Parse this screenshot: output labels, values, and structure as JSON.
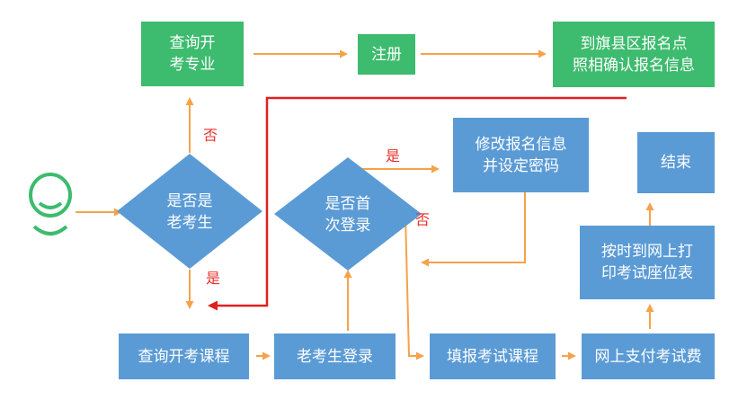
{
  "nodes": {
    "check_major_top": "查询开\n考专业",
    "register": "注册",
    "county_confirm": "到旗县区报名点\n照相确认报名信息",
    "modify_info": "修改报名信息\n并设定密码",
    "end": "结束",
    "print_ticket": "按时到网上打\n印考试座位表",
    "check_major_bottom": "查询开考课程",
    "old_login": "老考生登录",
    "fill_courses": "填报考试课程",
    "pay_fee": "网上支付考试费",
    "is_old_candidate": "是否是\n老考生",
    "is_first_login": "是否首\n次登录"
  },
  "labels": {
    "no_1": "否",
    "yes_1": "是",
    "yes_2": "是",
    "no_2": "否"
  },
  "colors": {
    "green": "#3dbb6e",
    "blue": "#5b9bd5",
    "arrow": "#f5a24a",
    "red_line": "#e02020",
    "avatar": "#3dbb6e"
  }
}
